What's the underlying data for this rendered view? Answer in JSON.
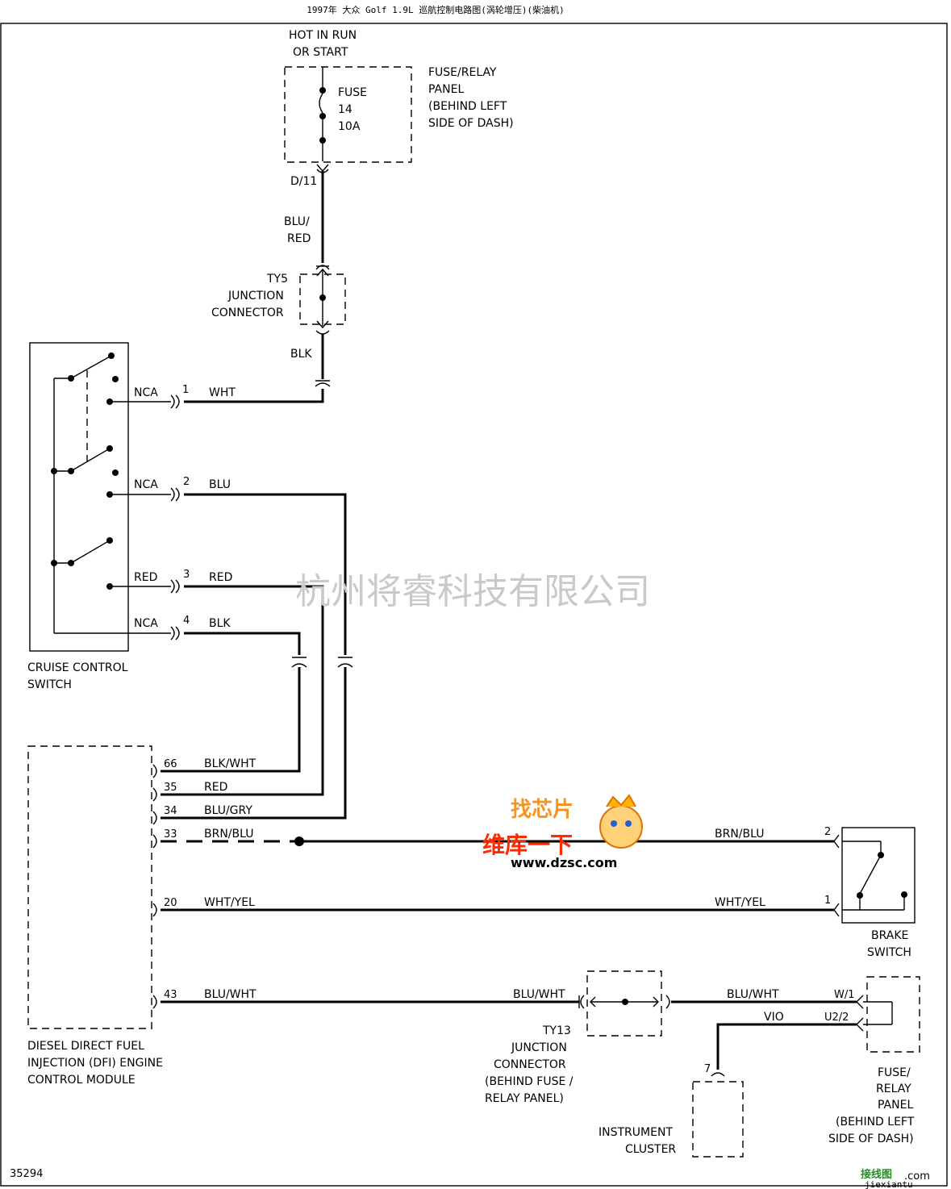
{
  "header": "1997年 大众 Golf 1.9L 巡航控制电路图(涡轮增压)(柴油机)",
  "power_source": {
    "line1": "HOT IN RUN",
    "line2": "OR START"
  },
  "fuse": {
    "name": "FUSE",
    "number": "14",
    "rating": "10A",
    "connector": "D/11"
  },
  "fuse_panel_top": {
    "line1": "FUSE/RELAY",
    "line2": "PANEL",
    "line3": "(BEHIND LEFT",
    "line4": "SIDE OF DASH)"
  },
  "wire_blu_red": {
    "line1": "BLU/",
    "line2": "RED"
  },
  "ty5": {
    "line1": "TY5",
    "line2": "JUNCTION",
    "line3": "CONNECTOR"
  },
  "wire_blk_top": "BLK",
  "cruise_switch": {
    "name_line1": "CRUISE CONTROL",
    "name_line2": "SWITCH",
    "pins": [
      {
        "term": "NCA",
        "pin": "1",
        "color": "WHT"
      },
      {
        "term": "NCA",
        "pin": "2",
        "color": "BLU"
      },
      {
        "term": "RED",
        "pin": "3",
        "color": "RED"
      },
      {
        "term": "NCA",
        "pin": "4",
        "color": "BLK"
      }
    ]
  },
  "ecm": {
    "name_line1": "DIESEL DIRECT FUEL",
    "name_line2": "INJECTION (DFI) ENGINE",
    "name_line3": "CONTROL MODULE",
    "pins": [
      {
        "pin": "66",
        "color": "BLK/WHT"
      },
      {
        "pin": "35",
        "color": "RED"
      },
      {
        "pin": "34",
        "color": "BLU/GRY"
      },
      {
        "pin": "33",
        "color": "BRN/BLU"
      },
      {
        "pin": "20",
        "color": "WHT/YEL"
      },
      {
        "pin": "43",
        "color": "BLU/WHT"
      }
    ]
  },
  "brake_switch": {
    "name_line1": "BRAKE",
    "name_line2": "SWITCH",
    "pin_top": "2",
    "pin_bottom": "1",
    "wire_top": "BRN/BLU",
    "wire_bottom": "WHT/YEL"
  },
  "ty13": {
    "wire_left": "BLU/WHT",
    "wire_right": "BLU/WHT",
    "line1": "TY13",
    "line2": "JUNCTION",
    "line3": "CONNECTOR",
    "line4": "(BEHIND FUSE /",
    "line5": "RELAY PANEL)"
  },
  "fuse_panel_bottom": {
    "term1": "W/1",
    "term2": "U2/2",
    "wire_vio": "VIO",
    "line1": "FUSE/",
    "line2": "RELAY",
    "line3": "PANEL",
    "line4": "(BEHIND LEFT",
    "line5": "SIDE OF DASH)"
  },
  "instrument_cluster": {
    "pin": "7",
    "line1": "INSTRUMENT",
    "line2": "CLUSTER"
  },
  "figure_id": "35294",
  "watermark": "杭州将睿科技有限公司",
  "overlay": {
    "brand_top": "找芯片",
    "brand_main": "维库一下",
    "url": "www.dzsc.com",
    "corner_logo": "接线图",
    "corner_com": ".com",
    "corner_url": "jiexiantu"
  },
  "colors": {
    "overlay_red": "#ff2a00",
    "overlay_orange": "#f7931e",
    "corner_green": "#2a8a2a"
  }
}
